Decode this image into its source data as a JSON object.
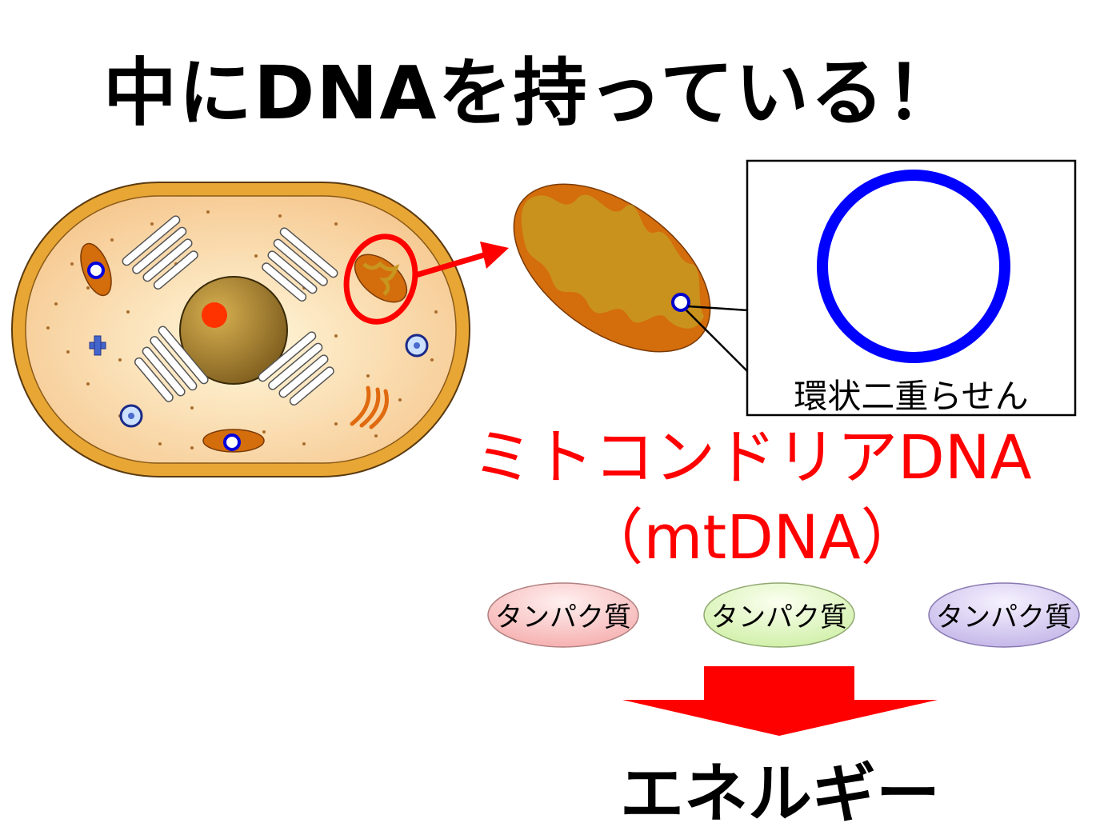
{
  "title": "中にDNAを持っている！",
  "mito_dna_label": [
    "ミトコンドリアDNA",
    "（mtDNA）"
  ],
  "inset_caption": "環状二重らせん",
  "proteins": [
    {
      "label": "タンパク質",
      "color": "#f5b8b8"
    },
    {
      "label": "タンパク質",
      "color": "#d6f2b0"
    },
    {
      "label": "タンパク質",
      "color": "#cbbfe8"
    }
  ],
  "energy_label": "エネルギー",
  "colors": {
    "cell_wall": "#e8a634",
    "cytoplasm": "#fbdcb0",
    "nucleus": "#a7802c",
    "nucleolus": "#ff3300",
    "mitochondria_outer": "#d46d0c",
    "mitochondria_inner": "#c8951e",
    "highlight_red": "#ff0000",
    "dna_ring_blue": "#0000ff"
  }
}
